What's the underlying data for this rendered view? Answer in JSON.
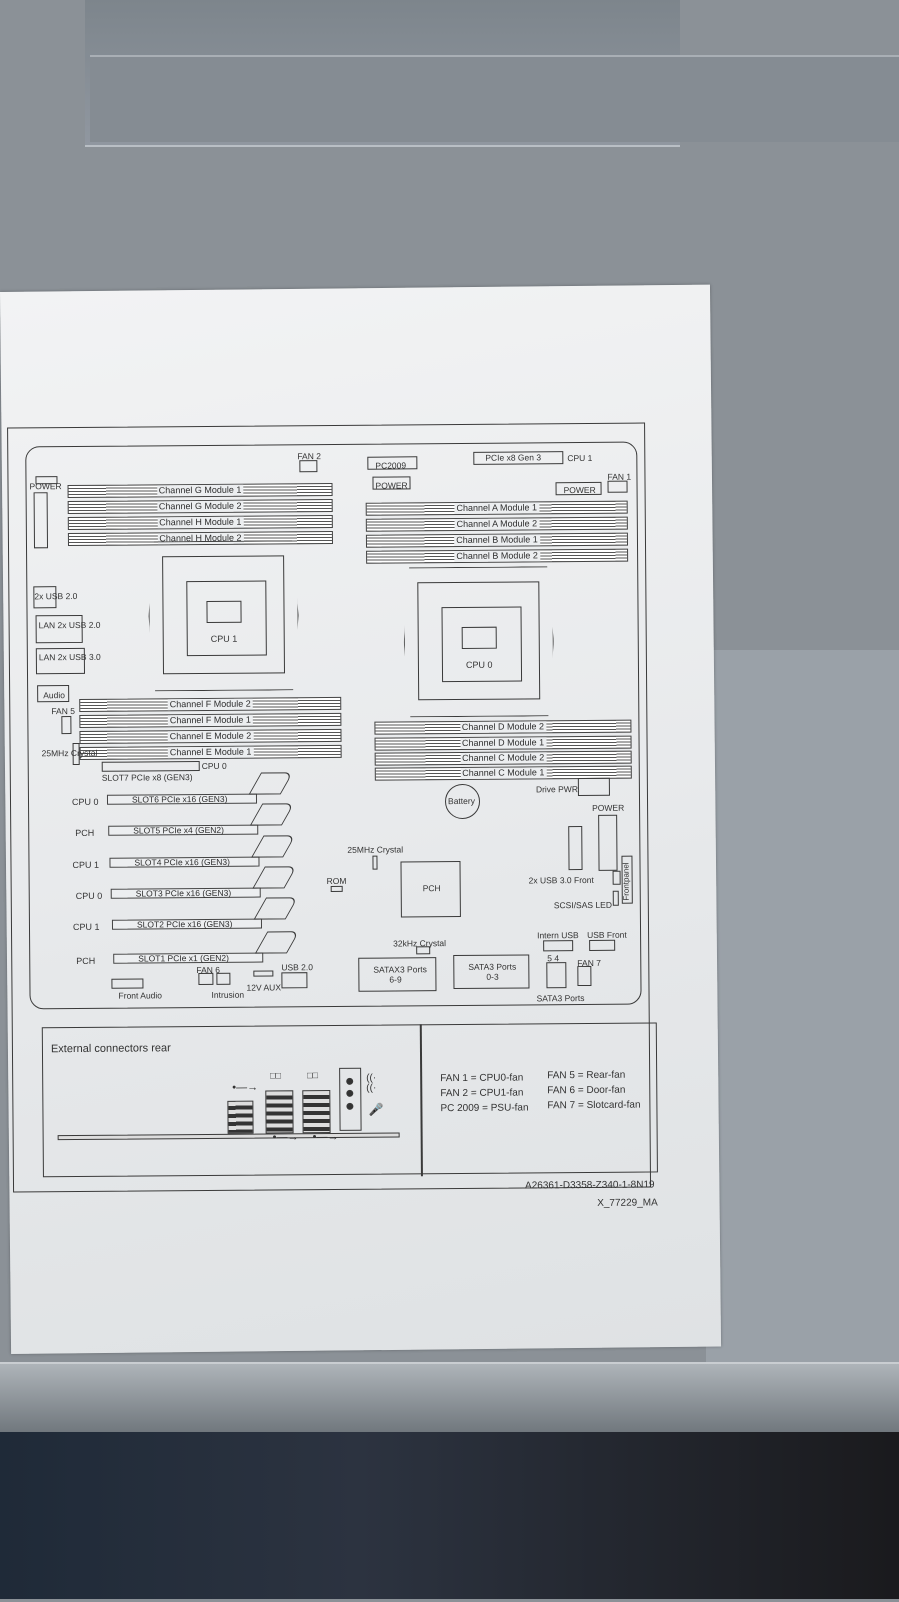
{
  "board": {
    "fan2": "FAN 2",
    "power_left": "POWER",
    "usb_2x": "2x USB 2.0",
    "lan_usb2": "LAN 2x USB 2.0",
    "lan_usb3": "LAN 2x USB 3.0",
    "audio": "Audio",
    "fan5": "FAN 5",
    "crystal_left": "25MHz Crystal",
    "pc2009": "PC2009",
    "power_mid": "POWER",
    "pcie_gen3": "PCIe x8 Gen 3",
    "pcie_cpu": "CPU 1",
    "fan1": "FAN 1",
    "power_right": "POWER",
    "cpu1": "CPU 1",
    "cpu0": "CPU 0",
    "dimms_left_top": [
      "Channel G Module 1",
      "Channel G Module 2",
      "Channel H Module 1",
      "Channel H Module 2"
    ],
    "dimms_left_bottom": [
      "Channel F Module 2",
      "Channel F Module 1",
      "Channel E Module 2",
      "Channel E Module 1"
    ],
    "dimms_right_top": [
      "Channel A Module 1",
      "Channel A Module 2",
      "Channel B Module 1",
      "Channel B Module 2"
    ],
    "dimms_right_bottom": [
      "Channel D Module 2",
      "Channel D Module 1",
      "Channel C Module 2",
      "Channel C Module 1"
    ],
    "slot7": "SLOT7 PCIe x8 (GEN3)",
    "slot7_cpu": "CPU 0",
    "slots": [
      {
        "owner": "CPU 0",
        "label": "SLOT6 PCIe x16 (GEN3)"
      },
      {
        "owner": "PCH",
        "label": "SLOT5 PCIe x4 (GEN2)"
      },
      {
        "owner": "CPU 1",
        "label": "SLOT4 PCIe x16 (GEN3)"
      },
      {
        "owner": "CPU 0",
        "label": "SLOT3 PCIe x16 (GEN3)"
      },
      {
        "owner": "CPU 1",
        "label": "SLOT2 PCIe x16 (GEN3)"
      },
      {
        "owner": "PCH",
        "label": "SLOT1 PCIe x1 (GEN2)"
      }
    ],
    "front_audio": "Front Audio",
    "fan6": "FAN 6",
    "intrusion": "Intrusion",
    "aux12v": "12V AUX",
    "usb20": "USB 2.0",
    "battery": "Battery",
    "drive_pwr": "Drive PWR",
    "power_front": "POWER",
    "usb3_front": "2x USB 3.0 Front",
    "frontpanel": "Frontpanel",
    "scsi_led": "SCSI/SAS LED",
    "crystal_mid": "25MHz Crystal",
    "rom": "ROM",
    "pch": "PCH",
    "crystal_32k": "32kHz Crystal",
    "satax3": "SATAX3 Ports",
    "satax3_range": "6-9",
    "sata3": "SATA3 Ports",
    "sata3_range": "0-3",
    "intern_usb": "Intern USB",
    "usb_front": "USB Front",
    "sata_nums": "5  4",
    "fan7": "FAN 7",
    "sata3_ports": "SATA3 Ports"
  },
  "rear": {
    "title": "External connectors rear",
    "icons": [
      "usb-icon",
      "lan-icon",
      "audio-jack-icon",
      "microphone-icon"
    ]
  },
  "legend": {
    "left": [
      "FAN 1  =  CPU0-fan",
      "FAN 2  =  CPU1-fan",
      "PC 2009  =  PSU-fan"
    ],
    "right": [
      "FAN 5  =  Rear-fan",
      "FAN 6  =  Door-fan",
      "FAN 7  =  Slotcard-fan"
    ]
  },
  "part_number": "A26361-D3358-Z340-1-8N19",
  "drawing_id": "X_77229_MA"
}
